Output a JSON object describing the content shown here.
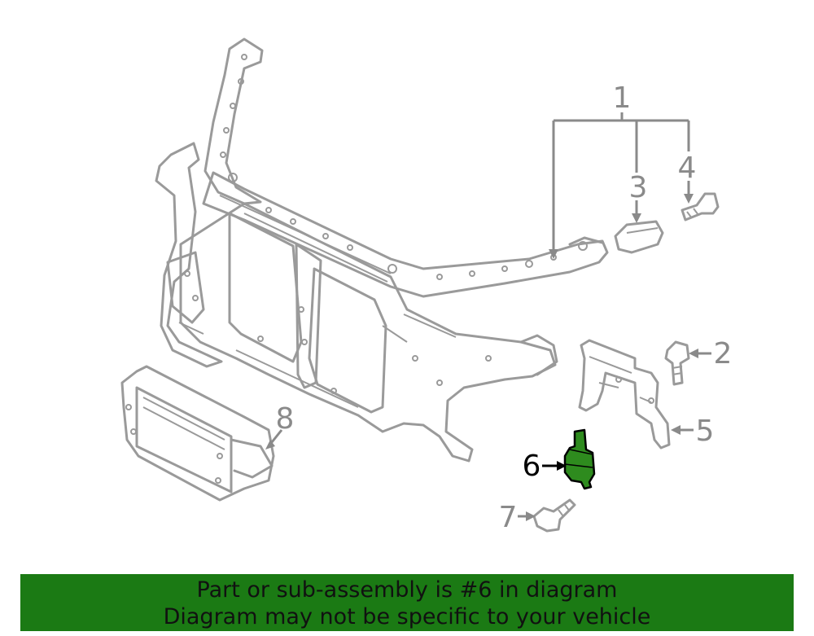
{
  "diagram": {
    "callouts": [
      "1",
      "2",
      "3",
      "4",
      "5",
      "6",
      "7",
      "8"
    ],
    "highlighted_part": "6",
    "colors": {
      "line_art": "#9a9a9a",
      "highlight_fill": "#2e8b1e",
      "banner_background": "#1b7a14"
    }
  },
  "banner": {
    "line1": "Part or sub-assembly is #6 in diagram",
    "line2": "Diagram may not be specific to your vehicle"
  }
}
